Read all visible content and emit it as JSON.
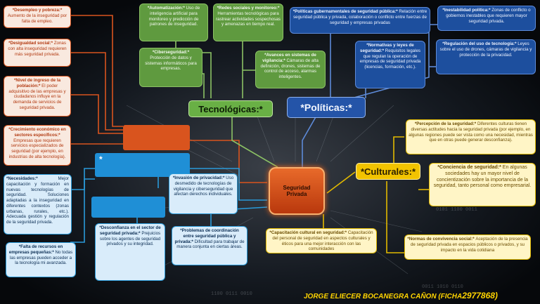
{
  "center": {
    "line1": "Seguridad",
    "line2": "Privada"
  },
  "categories": {
    "tecnologicas": "Tecnológicas:*",
    "politicas": "*Políticas:*",
    "culturales": "*Culturales:*",
    "blue_marker": "*"
  },
  "colors": {
    "economic": "#d9541e",
    "tech": "#5f9a3f",
    "policy": "#1d4f9e",
    "social": "#2a9ad9",
    "cultural": "#e2b900"
  },
  "economic": [
    {
      "title": "*Desempleo y pobreza:*",
      "text": "Aumento de la inseguridad por falta de empleo."
    },
    {
      "title": "*Desigualdad social:*",
      "text": "Zonas con alta inseguridad requieren más seguridad privada."
    },
    {
      "title": "*Nivel de ingreso de la población:*",
      "text": "El poder adquisitivo de las empresas y ciudadanos influye en la demanda de servicios de seguridad privada."
    },
    {
      "title": "*Crecimiento económico en sectores específicos:*",
      "text": "Empresas que requieren servicios especializados de seguridad (por ejemplo, en industrias de alta tecnología)."
    }
  ],
  "tech": [
    {
      "title": "*Automatización:*",
      "text": "Uso de inteligencia artificial para monitoreo y predicción de patrones de inseguridad."
    },
    {
      "title": "*Redes sociales y monitoreo:*",
      "text": "Herramientas tecnológicas para rastrear actividades sospechosas y amenazas en tiempo real."
    },
    {
      "title": "*Ciberseguridad:*",
      "text": "Protección de datos y sistemas informáticos para empresas."
    },
    {
      "title": "*Avances en sistemas de vigilancia:*",
      "text": "Cámaras de alta definición, drones, sistemas de control de acceso, alarmas inteligentes."
    }
  ],
  "policy": [
    {
      "title": "*Políticas gubernamentales de seguridad pública:*",
      "text": "Relación entre seguridad pública y privada, colaboración o conflicto entre fuerzas de seguridad y empresas privadas"
    },
    {
      "title": "*Inestabilidad política:*",
      "text": "Zonas de conflicto o gobiernos inestables que requieren mayor seguridad privada."
    },
    {
      "title": "*Normativas y leyes de seguridad:*",
      "text": "Requisitos legales que regulan la operación de empresas de seguridad privada (licencias, formación, etc.)."
    },
    {
      "title": "*Regulación del uso de tecnología:*",
      "text": "Leyes sobre el uso de drones, cámaras de vigilancia y protección de la privacidad."
    }
  ],
  "social": [
    {
      "title": "*Necesidades:*",
      "text": "Mejor capacitación y formación en nuevas tecnologías de seguridad. Soluciones adaptadas a la inseguridad en diferentes contextos (zonas urbanas, rurales, etc.). Adecuada gestión y regulación de la seguridad privada."
    },
    {
      "title": "*Invasión de privacidad:*",
      "text": "Uso desmedido de tecnologías de vigilancia y ciberseguridad que afectan derechos individuales."
    },
    {
      "title": "*Falta de recursos en empresas pequeñas:*",
      "text": "No todas las empresas pueden acceder a la tecnología mi avanzada."
    },
    {
      "title": "*Desconfianza en el sector de seguridad privada:*",
      "text": "Prejuicios sobre los agentes de seguridad privados y su integridad."
    },
    {
      "title": "*Problemas de coordinación entre seguridad pública y privada:*",
      "text": "Dificultad para trabajar de manera conjunta en ciertas áreas."
    }
  ],
  "cultural": [
    {
      "title": "*Percepción de la seguridad:*",
      "text": "Diferentes culturas tienen diversas actitudes hacia la seguridad privada (por ejemplo, en algunas regiones puede ser vista como una necesidad, mientras que en otras puede generar desconfianza)."
    },
    {
      "title": "*Conciencia de seguridad:*",
      "text": "En algunas sociedades hay un mayor nivel de concientización sobre la importancia de la seguridad, tanto personal como empresarial."
    },
    {
      "title": "*Capacitación cultural en seguridad:*",
      "text": "Capacitación del personal de seguridad en aspectos culturales y éticos para una mejor interacción con las comunidades"
    },
    {
      "title": "*Normas de convivencia social:*",
      "text": "Aceptación de la presencia de seguridad privada en espacios públicos o privados, y su impacto en la vida cotidiana"
    }
  ],
  "footer": {
    "name": "JORGE ELIECER BOCANEGRA CAÑON (FICHA",
    "number": "2977868)"
  }
}
